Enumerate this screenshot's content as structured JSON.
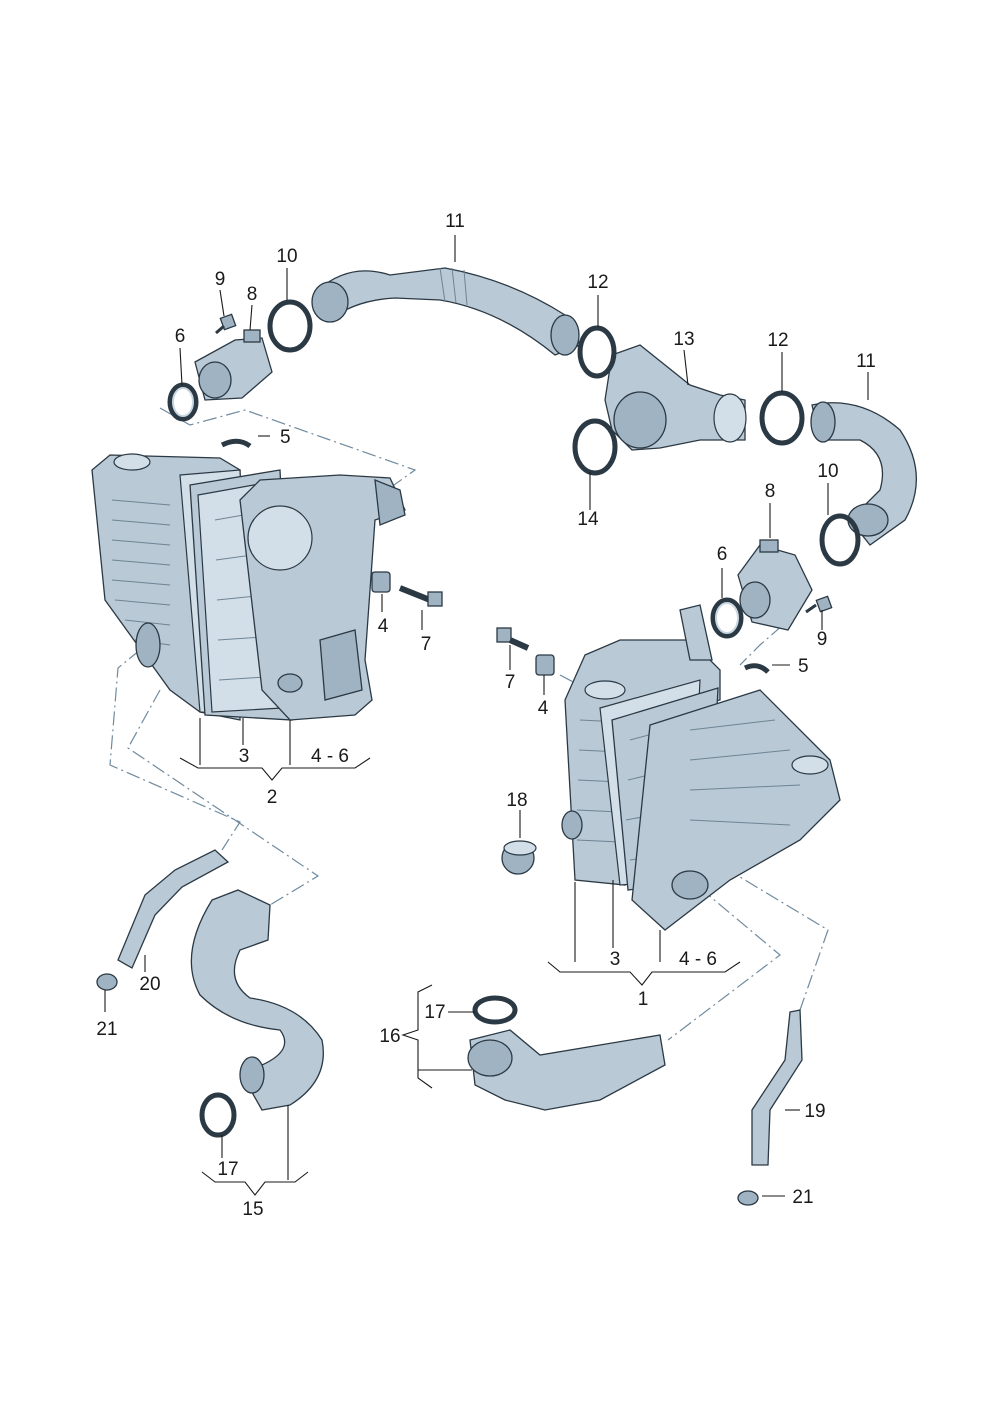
{
  "callouts": {
    "c11a": "11",
    "c10a": "10",
    "c9a": "9",
    "c8a": "8",
    "c6a": "6",
    "c5a": "5",
    "c12a": "12",
    "c13": "13",
    "c12b": "12",
    "c11b": "11",
    "c14": "14",
    "c8b": "8",
    "c10b": "10",
    "c6b": "6",
    "c4a": "4",
    "c7a": "7",
    "c9b": "9",
    "c7b": "7",
    "c4b": "4",
    "c5b": "5",
    "c3a": "3",
    "c46a": "4 - 6",
    "c2": "2",
    "c18": "18",
    "c3b": "3",
    "c46b": "4 - 6",
    "c1": "1",
    "c20": "20",
    "c21a": "21",
    "c17a": "17",
    "c16": "16",
    "c17b": "17",
    "c15": "15",
    "c19": "19",
    "c21b": "21"
  },
  "colors": {
    "part_fill": "#b9c9d6",
    "outline": "#2b3944",
    "dash": "#6f8a9e"
  }
}
